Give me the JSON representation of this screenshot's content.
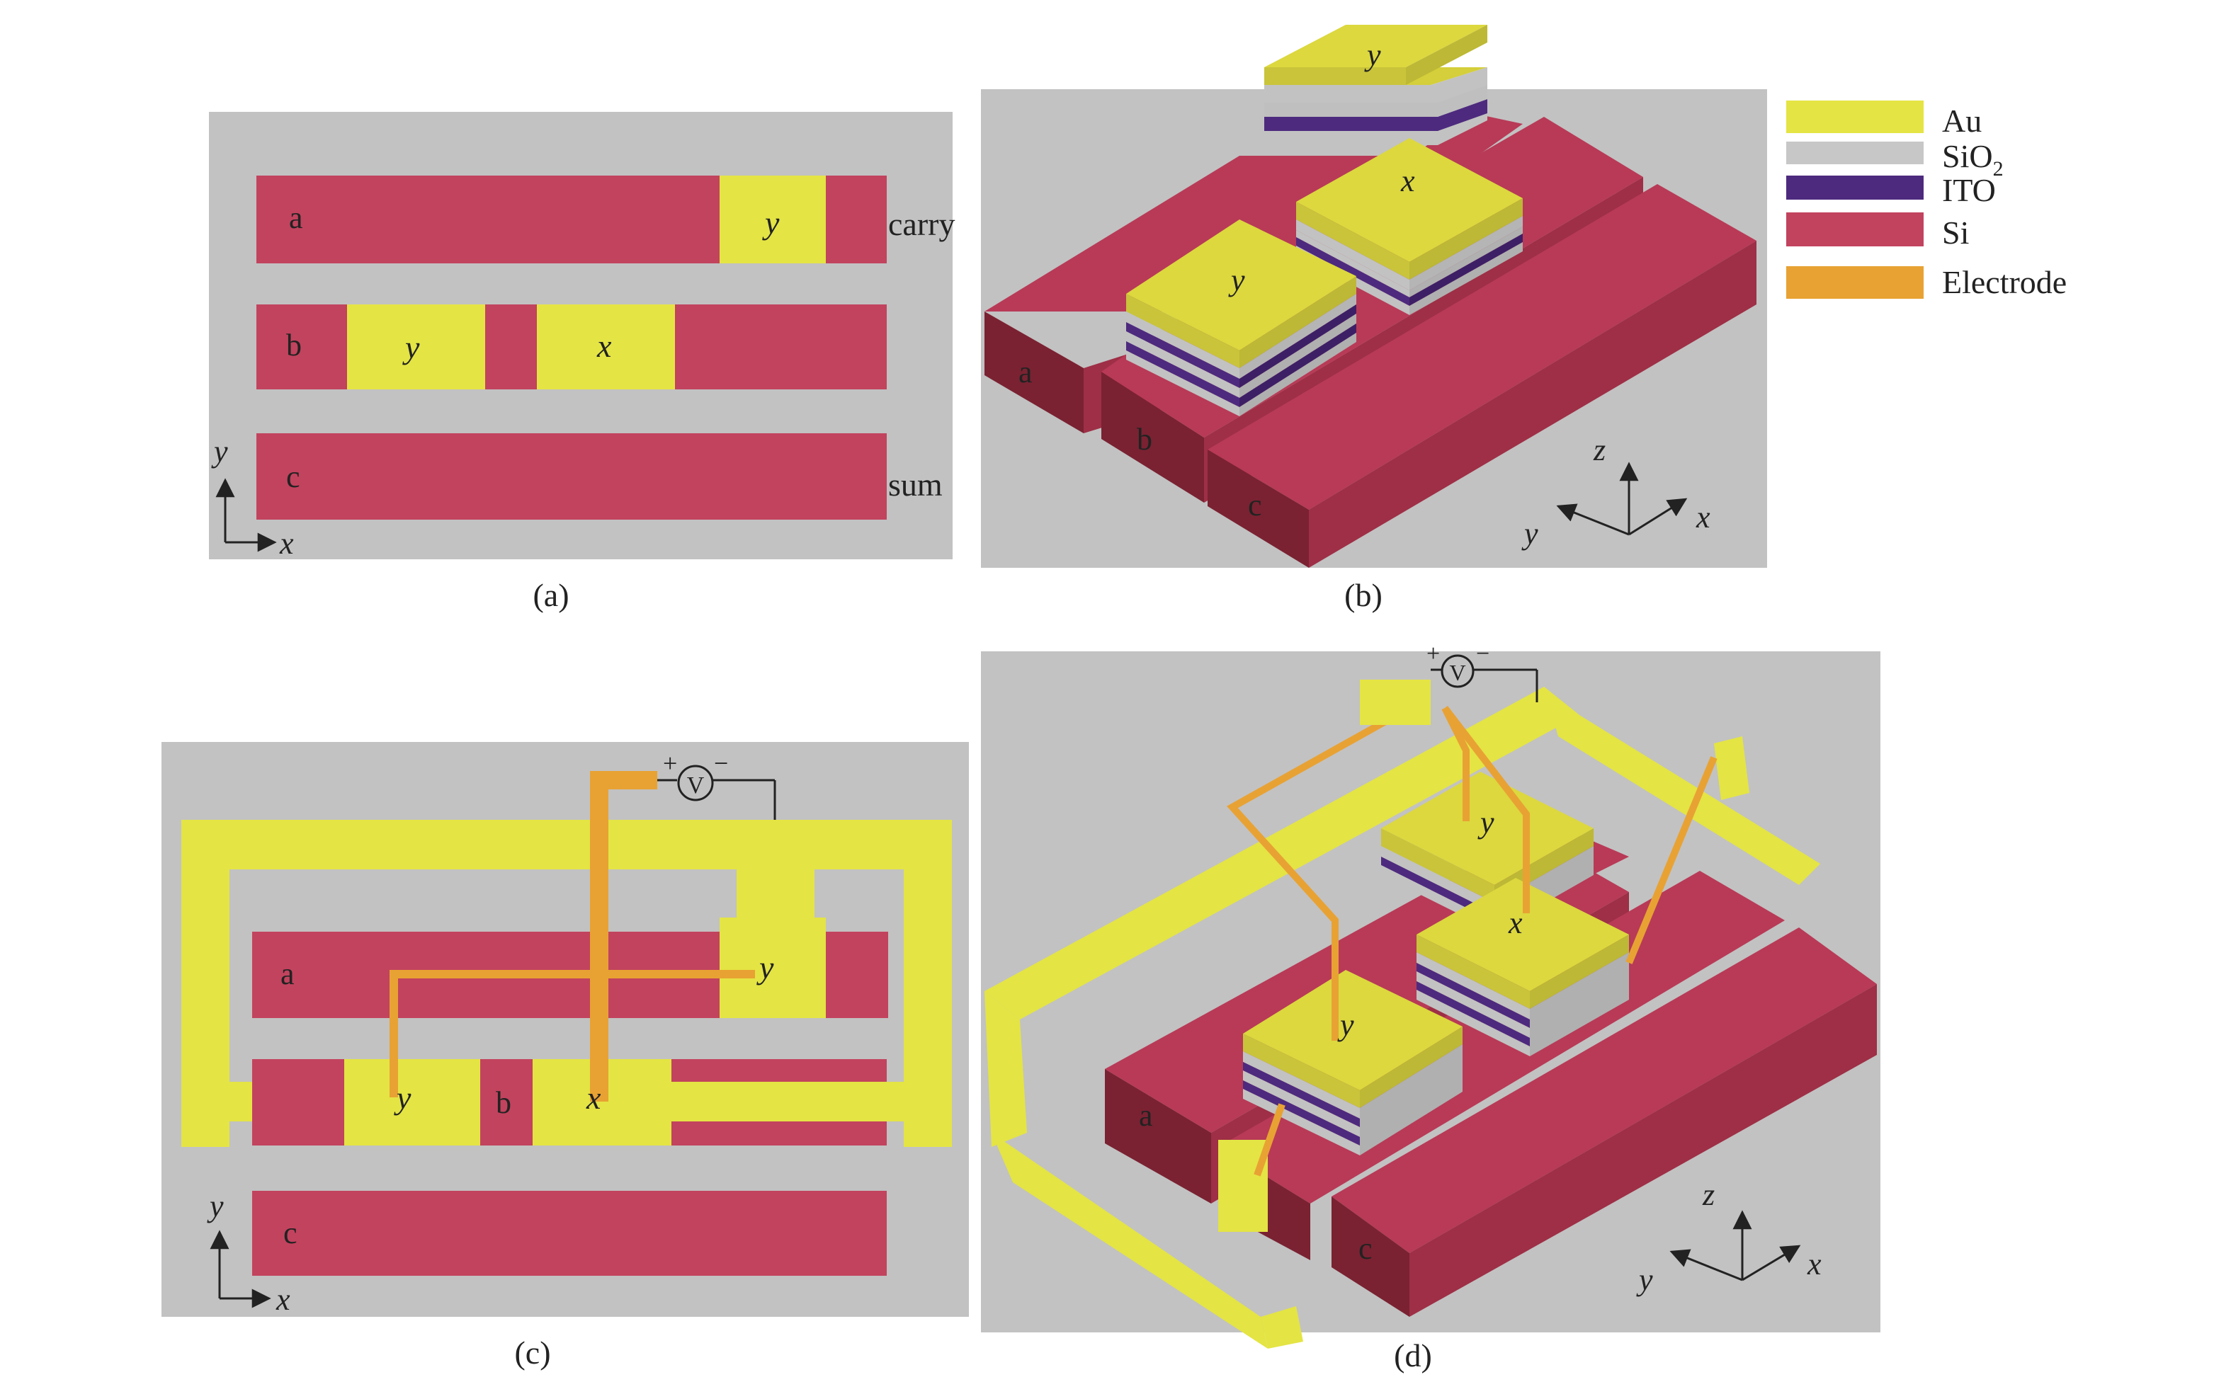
{
  "colors": {
    "background": "#c2c2c2",
    "si": "#c2435e",
    "si_top": "#b83a57",
    "si_side_dark": "#7a2232",
    "si_side_mid": "#9e2f46",
    "au": "#e4e444",
    "au_top": "#d4cf3a",
    "au_side": "#c9c43a",
    "sio2": "#bfbfbf",
    "ito": "#4d2a7e",
    "electrode": "#e8a233",
    "text": "#222222"
  },
  "legend": [
    {
      "label": "Au",
      "sub": "",
      "color": "#e4e444"
    },
    {
      "label": "SiO",
      "sub": "2",
      "color": "#c7c7c7"
    },
    {
      "label": "ITO",
      "sub": "",
      "color": "#4d2a7e"
    },
    {
      "label": "Si",
      "sub": "",
      "color": "#c2435e"
    },
    {
      "label": "Electrode",
      "sub": "",
      "color": "#e8a233"
    }
  ],
  "panel_a": {
    "caption": "(a)",
    "waveguides": [
      "a",
      "b",
      "c"
    ],
    "gates": [
      "y",
      "y",
      "x"
    ],
    "port_carry": "carry",
    "port_sum": "sum",
    "axis_x": "x",
    "axis_y": "y"
  },
  "panel_b": {
    "caption": "(b)",
    "waveguides": [
      "a",
      "b",
      "c"
    ],
    "gates": [
      "y",
      "x",
      "y"
    ],
    "axis_x": "x",
    "axis_y": "y",
    "axis_z": "z"
  },
  "panel_c": {
    "caption": "(c)",
    "waveguides": [
      "a",
      "b",
      "c"
    ],
    "gates": [
      "y",
      "y",
      "x"
    ],
    "voltage_symbol": "V",
    "plus": "+",
    "minus": "−",
    "axis_x": "x",
    "axis_y": "y"
  },
  "panel_d": {
    "caption": "(d)",
    "waveguides": [
      "a",
      "c"
    ],
    "gates": [
      "y",
      "x",
      "y"
    ],
    "voltage_symbol": "V",
    "plus": "+",
    "minus": "−",
    "axis_x": "x",
    "axis_y": "y",
    "axis_z": "z"
  }
}
